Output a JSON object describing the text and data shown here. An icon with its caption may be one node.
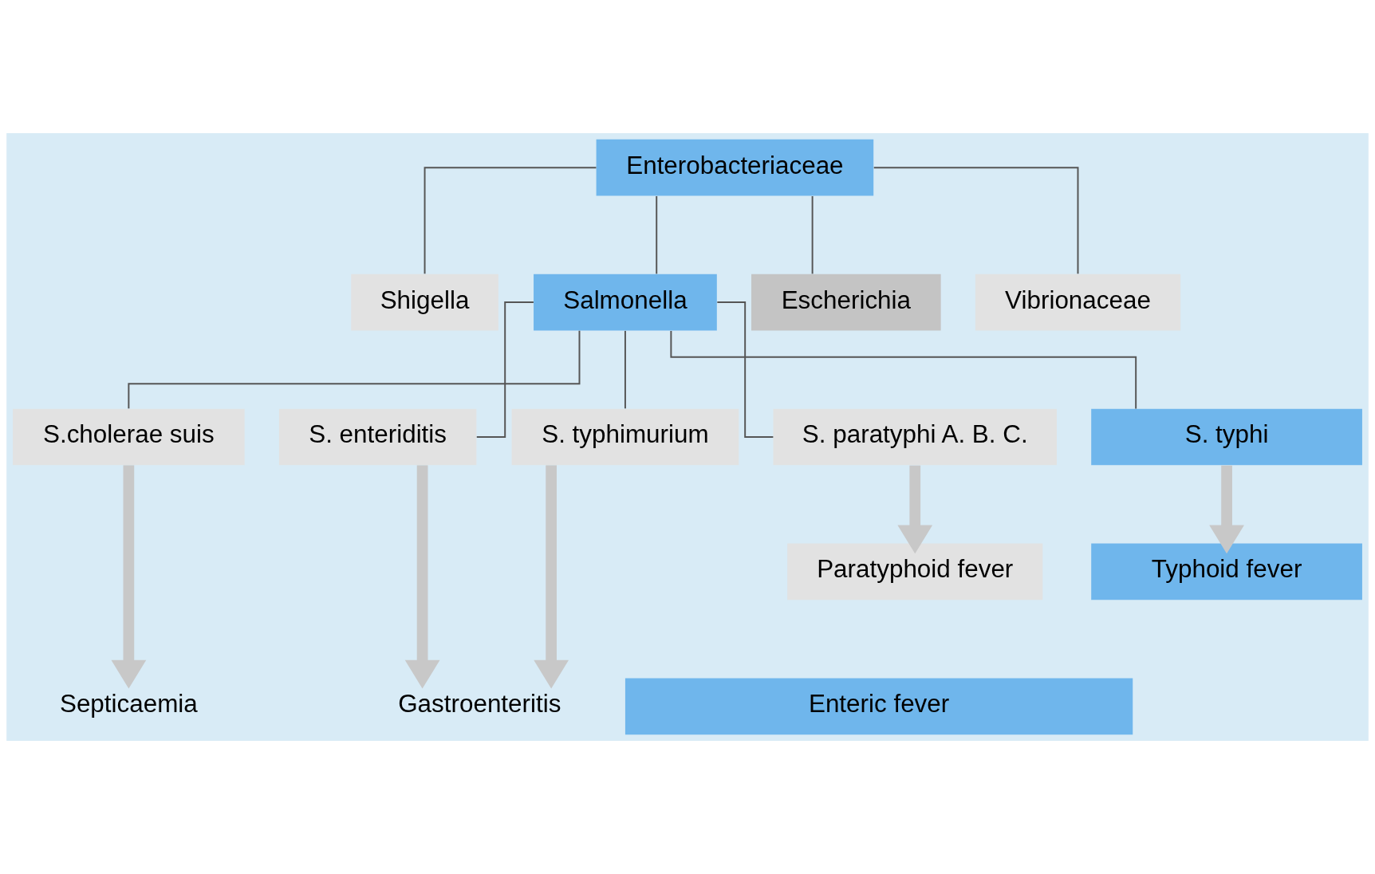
{
  "diagram": {
    "nodes": [
      {
        "text": [
          "Enterobacteriaceae"
        ]
      },
      {
        "text": [
          "Shigella"
        ]
      },
      {
        "text": [
          "Salmonella"
        ]
      },
      {
        "text": [
          "Escherichia"
        ]
      },
      {
        "text": [
          "Vibrionaceae"
        ]
      },
      {
        "text": [
          "S.cholerae suis"
        ]
      },
      {
        "text": [
          "S. enteriditis"
        ]
      },
      {
        "text": [
          "S. typhimurium"
        ]
      },
      {
        "text": [
          "S. paratyphi A. B. C."
        ]
      },
      {
        "text": [
          "S. typhi"
        ]
      },
      {
        "text": [
          "Paratyphoid fever"
        ]
      },
      {
        "text": [
          "Typhoid fever"
        ]
      },
      {
        "text": [
          "Enteric fever"
        ]
      },
      {
        "text": [
          "Septicaemia"
        ]
      },
      {
        "text": [
          "Gastroenteritis"
        ]
      }
    ],
    "edges": [
      {
        "from": 0,
        "to": 1,
        "arrow": "none"
      },
      {
        "from": 0,
        "to": 2,
        "arrow": "none"
      },
      {
        "from": 0,
        "to": 3,
        "arrow": "none"
      },
      {
        "from": 0,
        "to": 4,
        "arrow": "none"
      },
      {
        "from": 2,
        "to": 5,
        "arrow": "none"
      },
      {
        "from": 2,
        "to": 6,
        "arrow": "none"
      },
      {
        "from": 2,
        "to": 7,
        "arrow": "none"
      },
      {
        "from": 2,
        "to": 8,
        "arrow": "none"
      },
      {
        "from": 2,
        "to": 9,
        "arrow": "none"
      },
      {
        "from": 5,
        "to": 13,
        "arrow": "to",
        "style": "thick",
        "color": "#c8c8c8"
      },
      {
        "from": 6,
        "to": 14,
        "arrow": "to",
        "style": "thick",
        "color": "#c8c8c8"
      },
      {
        "from": 7,
        "to": 14,
        "arrow": "to",
        "style": "thick",
        "color": "#c8c8c8"
      },
      {
        "from": 8,
        "to": 10,
        "arrow": "to",
        "style": "thick",
        "color": "#c8c8c8"
      },
      {
        "from": 9,
        "to": 11,
        "arrow": "to",
        "style": "thick",
        "color": "#c8c8c8"
      }
    ]
  }
}
